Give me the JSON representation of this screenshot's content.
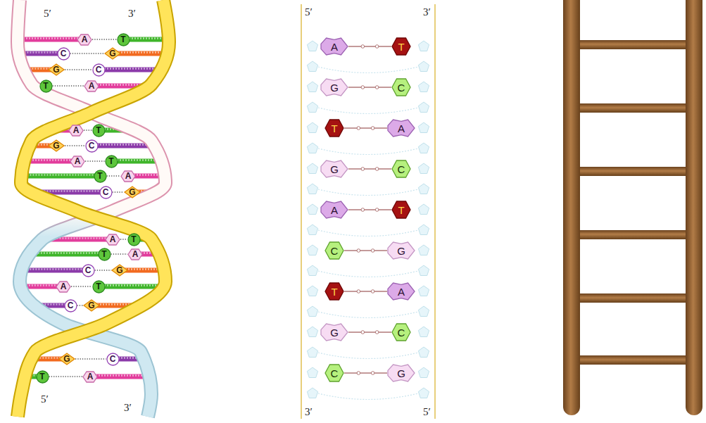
{
  "diagram": {
    "nodes": [
      {
        "text": [
          "A"
        ]
      },
      {
        "text": [
          "T"
        ]
      },
      {
        "text": [
          "C"
        ]
      },
      {
        "text": [
          "G"
        ]
      },
      {
        "text": [
          "G"
        ]
      },
      {
        "text": [
          "C"
        ]
      },
      {
        "text": [
          "T"
        ]
      },
      {
        "text": [
          "A"
        ]
      },
      {
        "text": [
          "A"
        ]
      },
      {
        "text": [
          "T"
        ]
      },
      {
        "text": [
          "G"
        ]
      },
      {
        "text": [
          "C"
        ]
      },
      {
        "text": [
          "A"
        ]
      },
      {
        "text": [
          "T"
        ]
      },
      {
        "text": [
          "T"
        ]
      },
      {
        "text": [
          "A"
        ]
      },
      {
        "text": [
          "C"
        ]
      },
      {
        "text": [
          "G"
        ]
      },
      {
        "text": [
          "A"
        ]
      },
      {
        "text": [
          "T"
        ]
      },
      {
        "text": [
          "T"
        ]
      },
      {
        "text": [
          "A"
        ]
      },
      {
        "text": [
          "C"
        ]
      },
      {
        "text": [
          "G"
        ]
      },
      {
        "text": [
          "A"
        ]
      },
      {
        "text": [
          "T"
        ]
      },
      {
        "text": [
          "C"
        ]
      },
      {
        "text": [
          "G"
        ]
      },
      {
        "text": [
          "G"
        ]
      },
      {
        "text": [
          "C"
        ]
      },
      {
        "text": [
          "T"
        ]
      },
      {
        "text": [
          "A"
        ]
      },
      {
        "text": [
          "A"
        ]
      },
      {
        "text": [
          "T"
        ]
      },
      {
        "text": [
          "G"
        ]
      },
      {
        "text": [
          "C"
        ]
      },
      {
        "text": [
          "T"
        ]
      },
      {
        "text": [
          "A"
        ]
      },
      {
        "text": [
          "G"
        ]
      },
      {
        "text": [
          "C"
        ]
      },
      {
        "text": [
          "A"
        ]
      },
      {
        "text": [
          "T"
        ]
      },
      {
        "text": [
          "C"
        ]
      },
      {
        "text": [
          "G"
        ]
      },
      {
        "text": [
          "T"
        ]
      },
      {
        "text": [
          "A"
        ]
      },
      {
        "text": [
          "G"
        ]
      },
      {
        "text": [
          "C"
        ]
      },
      {
        "text": [
          "C"
        ]
      },
      {
        "text": [
          "G"
        ]
      }
    ],
    "edges": [
      {
        "from": 0,
        "to": 1,
        "arrow": "none"
      },
      {
        "from": 2,
        "to": 3,
        "arrow": "none"
      },
      {
        "from": 4,
        "to": 5,
        "arrow": "none"
      },
      {
        "from": 6,
        "to": 7,
        "arrow": "none"
      },
      {
        "from": 8,
        "to": 9,
        "arrow": "none"
      },
      {
        "from": 10,
        "to": 11,
        "arrow": "none"
      },
      {
        "from": 12,
        "to": 13,
        "arrow": "none"
      },
      {
        "from": 14,
        "to": 15,
        "arrow": "none"
      },
      {
        "from": 16,
        "to": 17,
        "arrow": "none"
      },
      {
        "from": 18,
        "to": 19,
        "arrow": "none"
      },
      {
        "from": 20,
        "to": 21,
        "arrow": "none"
      },
      {
        "from": 22,
        "to": 23,
        "arrow": "none"
      },
      {
        "from": 24,
        "to": 25,
        "arrow": "none"
      },
      {
        "from": 26,
        "to": 27,
        "arrow": "none"
      },
      {
        "from": 28,
        "to": 29,
        "arrow": "none"
      },
      {
        "from": 30,
        "to": 31,
        "arrow": "none"
      },
      {
        "from": 32,
        "to": 33,
        "arrow": "none"
      },
      {
        "from": 34,
        "to": 35,
        "arrow": "none"
      },
      {
        "from": 36,
        "to": 37,
        "arrow": "none"
      },
      {
        "from": 38,
        "to": 39,
        "arrow": "none"
      },
      {
        "from": 40,
        "to": 41,
        "arrow": "none"
      },
      {
        "from": 42,
        "to": 43,
        "arrow": "none"
      },
      {
        "from": 44,
        "to": 45,
        "arrow": "none"
      },
      {
        "from": 46,
        "to": 47,
        "arrow": "none"
      },
      {
        "from": 48,
        "to": 49,
        "arrow": "none"
      }
    ],
    "labels": [
      "5′",
      "3′",
      "5′",
      "3′",
      "5′",
      "3′",
      "3′",
      "5′"
    ]
  }
}
